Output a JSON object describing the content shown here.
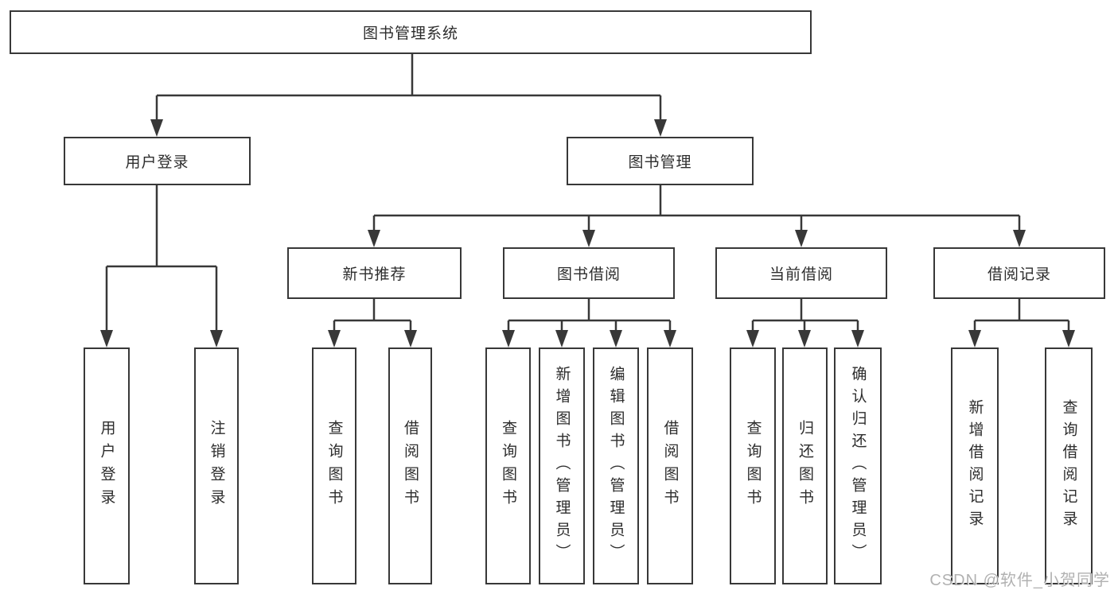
{
  "colors": {
    "line": "#383838",
    "box_border": "#383838",
    "text": "#2d2d2d",
    "background": "#ffffff",
    "watermark": "#9e9e9e"
  },
  "tree": {
    "root": "图书管理系统",
    "branches": [
      {
        "label": "用户登录",
        "leaves": [
          "用户登录",
          "注销登录"
        ]
      },
      {
        "label": "图书管理",
        "children": [
          {
            "label": "新书推荐",
            "leaves": [
              "查询图书",
              "借阅图书"
            ]
          },
          {
            "label": "图书借阅",
            "leaves": [
              "查询图书",
              "新增图书（管理员）",
              "编辑图书（管理员）",
              "借阅图书"
            ]
          },
          {
            "label": "当前借阅",
            "leaves": [
              "查询图书",
              "归还图书",
              "确认归还（管理员）"
            ]
          },
          {
            "label": "借阅记录",
            "leaves": [
              "新增借阅记录",
              "查询借阅记录"
            ]
          }
        ]
      }
    ]
  },
  "watermark": "CSDN @软件_小贺同学"
}
